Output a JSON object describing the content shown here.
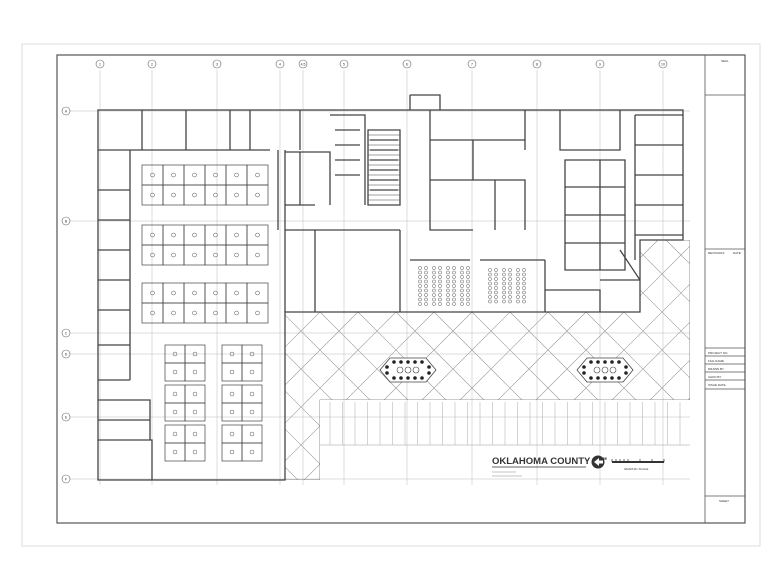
{
  "drawing": {
    "title": "OKLAHOMA COUNTY \"J\"",
    "scale_label": "GRAPHIC SCALE",
    "grid_columns": [
      "1",
      "2",
      "3",
      "4",
      "4.5",
      "5",
      "6",
      "7",
      "8",
      "9",
      "10"
    ],
    "grid_rows": [
      "A",
      "B",
      "C",
      "D",
      "E",
      "F"
    ]
  },
  "title_block": {
    "seal": "SEAL",
    "revisions": "REVISIONS",
    "date": "DATE",
    "fields": [
      "PROJECT NO.",
      "FILE NAME",
      "DRAWN BY",
      "CHKD BY",
      "ISSUE DATE"
    ],
    "sheet": "SHEET"
  },
  "colors": {
    "line": "#444444",
    "light_line": "#9a9a9a",
    "paper": "#ffffff"
  }
}
